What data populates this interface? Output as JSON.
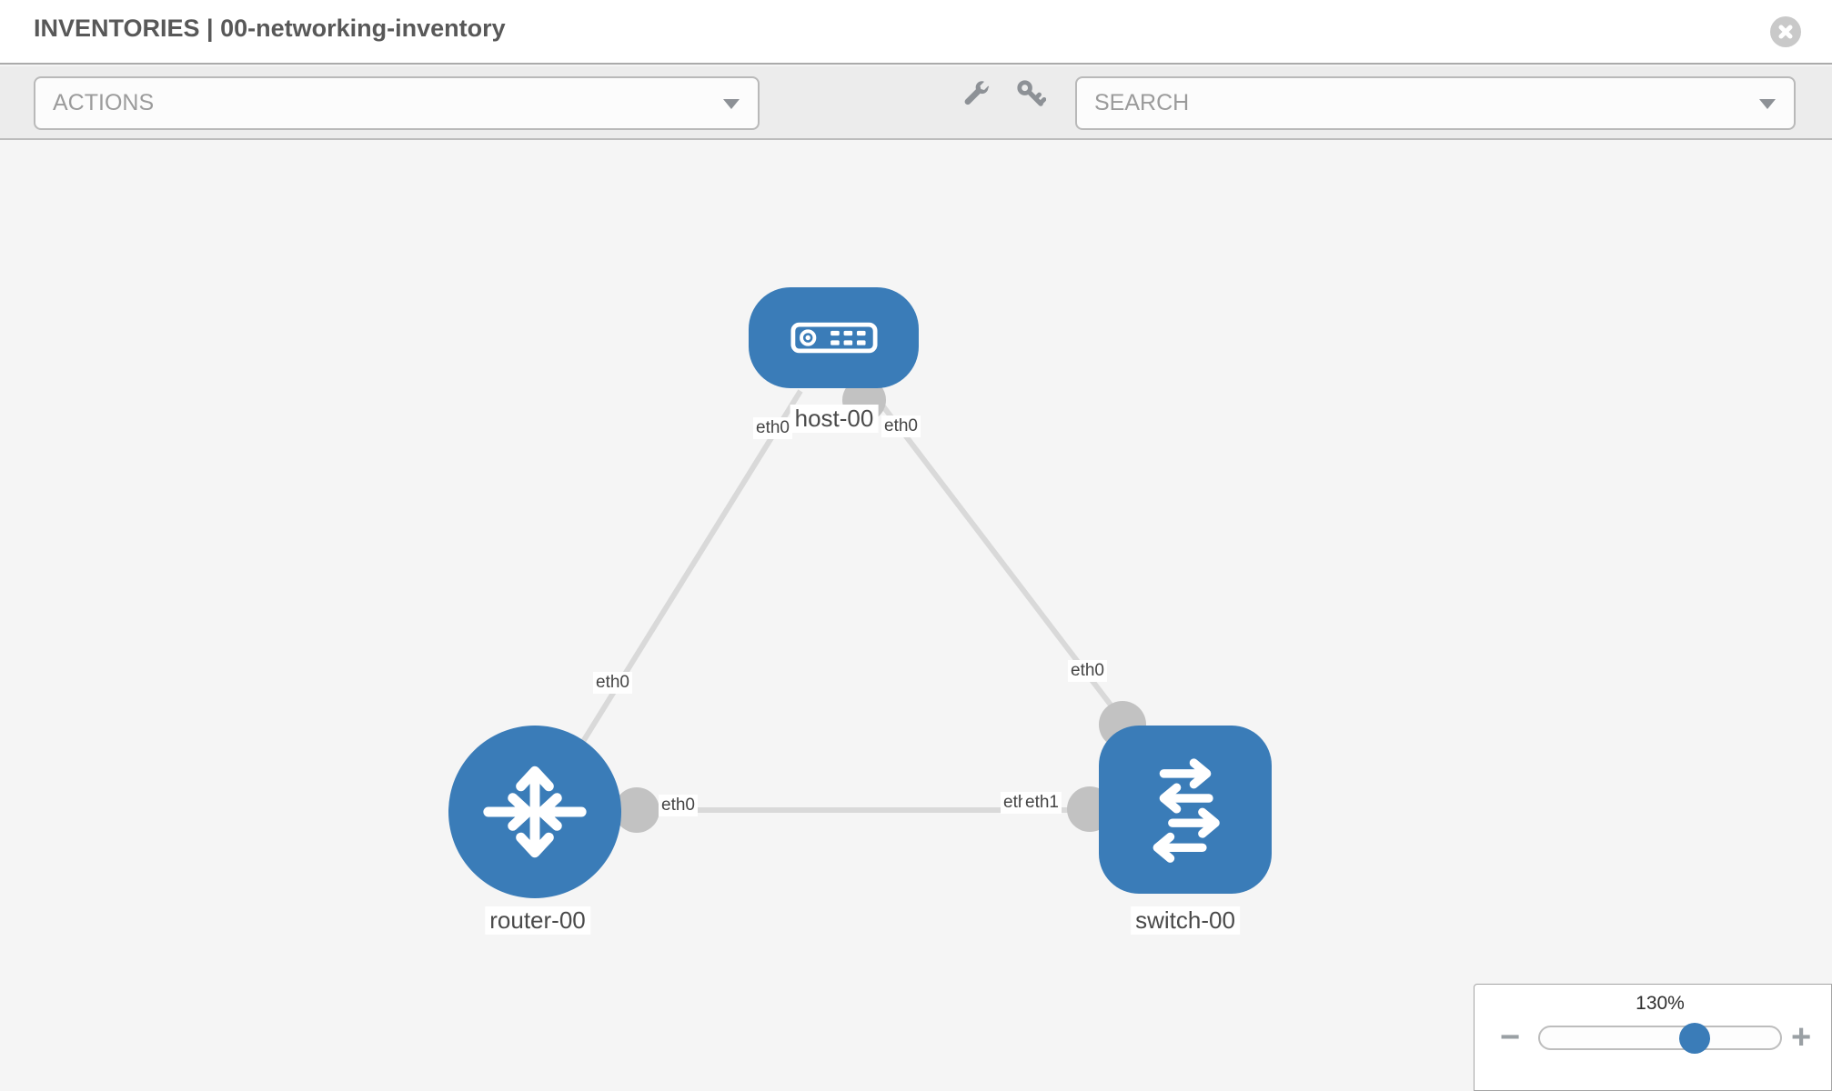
{
  "header": {
    "title": "INVENTORIES | 00-networking-inventory",
    "close_icon": "x-circle-icon"
  },
  "toolbar": {
    "actions_dropdown": {
      "placeholder": "ACTIONS",
      "caret_icon": "chevron-down-icon"
    },
    "tools": [
      {
        "icon": "wrench-icon"
      },
      {
        "icon": "key-icon"
      }
    ],
    "search_dropdown": {
      "placeholder": "SEARCH",
      "caret_icon": "chevron-down-icon"
    }
  },
  "topology": {
    "nodes": [
      {
        "label": "host-00",
        "type": "host",
        "icon": "host-device-icon"
      },
      {
        "label": "router-00",
        "type": "router",
        "icon": "router-arrows-icon"
      },
      {
        "label": "switch-00",
        "type": "switch",
        "icon": "switch-arrows-icon"
      }
    ],
    "links": [
      {
        "from": "host-00",
        "to": "router-00"
      },
      {
        "from": "host-00",
        "to": "switch-00"
      },
      {
        "from": "router-00",
        "to": "switch-00"
      }
    ],
    "interface_labels": [
      {
        "text": "eth0",
        "node": "host-00",
        "position": "below-left"
      },
      {
        "text": "eth0",
        "node": "host-00",
        "position": "below-right"
      },
      {
        "text": "eth0",
        "node": "router-00",
        "position": "on-link-to-host"
      },
      {
        "text": "eth0",
        "node": "switch-00",
        "position": "on-link-to-host"
      },
      {
        "text": "eth0",
        "node": "router-00",
        "position": "right-of-node"
      },
      {
        "text": "eth0",
        "node": "switch-00",
        "position": "left-of-node-under"
      },
      {
        "text": "eth1",
        "node": "switch-00",
        "position": "left-of-node-over"
      }
    ],
    "colors": {
      "node_fill": "#3a7cb8",
      "link_stroke": "#d9d9d9",
      "endpoint_fill": "#c2c2c2"
    }
  },
  "zoom_control": {
    "value": "130%",
    "decrease_label": "−",
    "increase_label": "+"
  }
}
